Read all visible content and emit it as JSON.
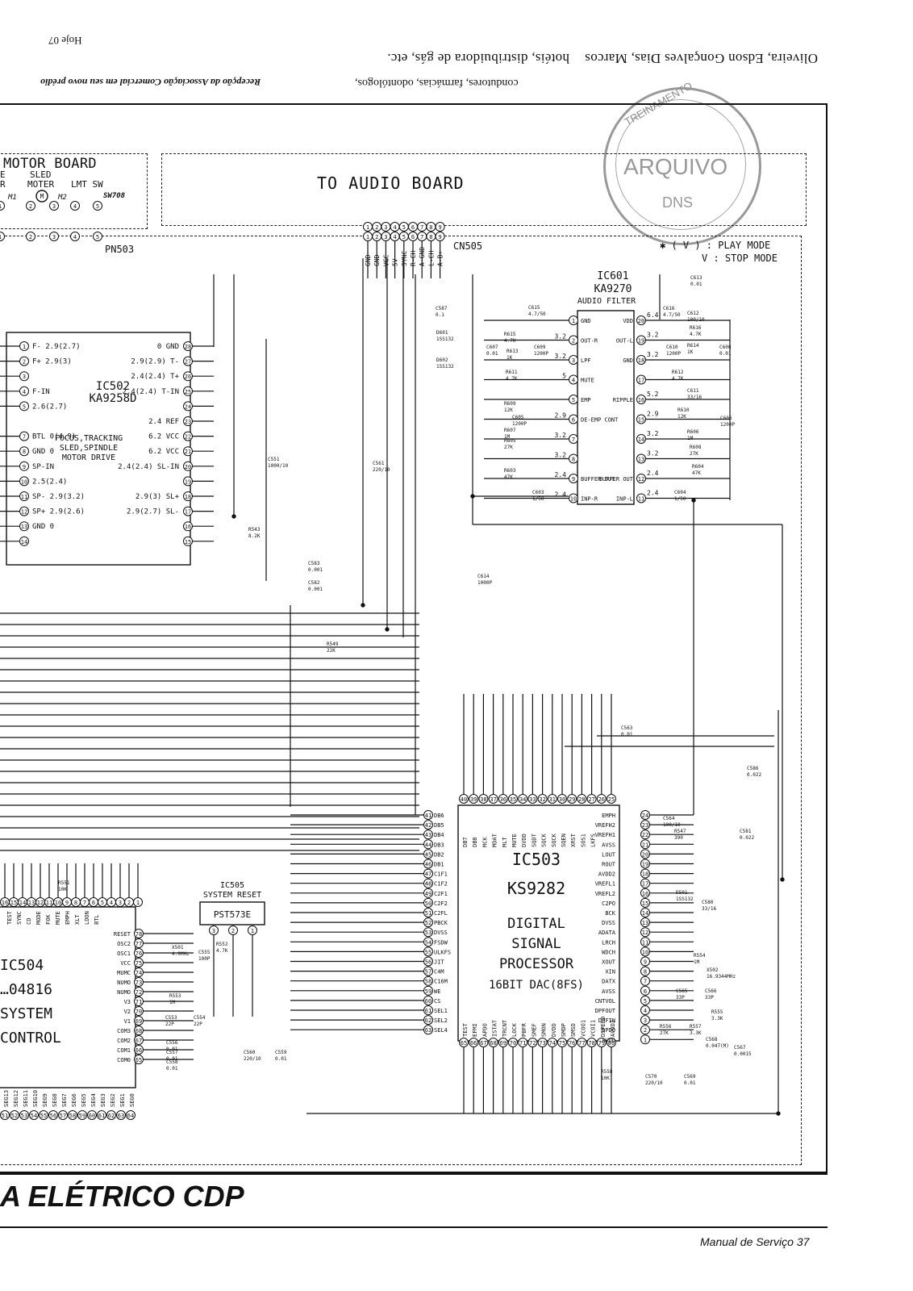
{
  "header": {
    "page_ref": "Hoje 07",
    "line1": "Oliveira, Edson Gonçalves Dias, Marcos",
    "line2": "hotéis, distribuidora de gás, etc.",
    "line3": "Recepção da Associação Comercial em seu novo prédio",
    "line4": "condutores, farmácias, odontólogos,"
  },
  "stamp": {
    "center": "ARQUIVO",
    "bottom": "DNS",
    "ring": "TREINAMENTO"
  },
  "boxes": {
    "motor_board": "MOTOR BOARD",
    "motor_sub1": "E",
    "motor_sub2": "R",
    "sled": "SLED",
    "moter": "MOTER",
    "lmt_sw": "LMT SW",
    "m1": "M1",
    "m2": "M2",
    "sw708": "SW708",
    "audio_board": "TO AUDIO BOARD"
  },
  "connectors": {
    "pn503": "PN503",
    "cn505": "CN505",
    "cn505_pins": [
      "GND",
      "GND",
      "VCC",
      "5V",
      "SYNC",
      "R-CH",
      "A-GND",
      "L-CH",
      "A-B+"
    ]
  },
  "legend": {
    "play": "✱ ( V ) : PLAY MODE",
    "stop": "V : STOP MODE"
  },
  "ic601": {
    "name": "IC601",
    "part": "KA9270",
    "func": "AUDIO FILTER",
    "left": [
      [
        "1",
        "GND",
        ""
      ],
      [
        "2",
        "OUT-R",
        "3.2"
      ],
      [
        "3",
        "LPF",
        "3.2"
      ],
      [
        "4",
        "MUTE",
        "5"
      ],
      [
        "5",
        "EMP",
        ""
      ],
      [
        "6",
        "DE-EMP CONT",
        "2.9"
      ],
      [
        "7",
        "",
        "3.2"
      ],
      [
        "8",
        "",
        "3.2"
      ],
      [
        "9",
        "BUFFER OUT",
        "2.4"
      ],
      [
        "10",
        "INP-R",
        "2.4"
      ]
    ],
    "right": [
      [
        "20",
        "VDD",
        "6.4"
      ],
      [
        "19",
        "OUT-L",
        "3.2"
      ],
      [
        "18",
        "GND",
        "3.2"
      ],
      [
        "17",
        "",
        ""
      ],
      [
        "16",
        "RIPPLE",
        "5.2"
      ],
      [
        "15",
        "",
        "2.9"
      ],
      [
        "14",
        "",
        "3.2"
      ],
      [
        "13",
        "",
        "3.2"
      ],
      [
        "12",
        "BUFFER OUT",
        "2.4"
      ],
      [
        "11",
        "INP-L",
        "2.4"
      ]
    ]
  },
  "ic502": {
    "name": "IC502",
    "part": "KA9258D",
    "func1": "FOCUS,TRACKING",
    "func2": "SLED,SPINDLE",
    "func3": "MOTOR DRIVE",
    "left": [
      [
        "1",
        "F- 2.9(2.7)"
      ],
      [
        "2",
        "F+ 2.9(3)"
      ],
      [
        "3",
        ""
      ],
      [
        "4",
        "F-IN"
      ],
      [
        "5",
        "2.6(2.7)"
      ],
      [
        "7",
        "BTL 0(4.9)"
      ],
      [
        "8",
        "GND 0"
      ],
      [
        "9",
        "SP-IN"
      ],
      [
        "10",
        "2.5(2.4)"
      ],
      [
        "11",
        "SP- 2.9(3.2)"
      ],
      [
        "12",
        "SP+ 2.9(2.6)"
      ],
      [
        "13",
        "GND 0"
      ],
      [
        "14",
        ""
      ]
    ],
    "right": [
      [
        "28",
        "0 GND"
      ],
      [
        "27",
        "2.9(2.9) T-"
      ],
      [
        "26",
        "2.4(2.4) T+"
      ],
      [
        "25",
        "2.4(2.4) T-IN"
      ],
      [
        "24",
        ""
      ],
      [
        "23",
        "2.4 REF"
      ],
      [
        "22",
        "6.2 VCC"
      ],
      [
        "21",
        "6.2 VCC"
      ],
      [
        "20",
        "2.4(2.4) SL-IN"
      ],
      [
        "19",
        ""
      ],
      [
        "18",
        "2.9(3) SL+"
      ],
      [
        "17",
        "2.9(2.7) SL-"
      ],
      [
        "16",
        ""
      ],
      [
        "15",
        ""
      ]
    ]
  },
  "ic503": {
    "name": "IC503",
    "part": "KS9282",
    "func1": "DIGITAL",
    "func2": "SIGNAL",
    "func3": "PROCESSOR",
    "func4": "16BIT DAC(8FS)",
    "left": [
      "DB6",
      "DB5",
      "DB4",
      "DB3",
      "DB2",
      "DB1",
      "C1F1",
      "C1F2",
      "C2F1",
      "C2F2",
      "C2FL",
      "PBCK",
      "DVSS",
      "FSDW",
      "ULKFS",
      "JIT",
      "C4M",
      "C16M",
      "WE",
      "CS",
      "SEL1",
      "SEL2",
      "SEL4"
    ],
    "left_nums": [
      "41",
      "42",
      "43",
      "44",
      "45",
      "46",
      "47",
      "48",
      "49",
      "50",
      "51",
      "52",
      "53",
      "54",
      "55",
      "56",
      "57",
      "58",
      "59",
      "60",
      "61",
      "62",
      "63"
    ],
    "right": [
      "EMPH",
      "VREFH2",
      "VREFH1",
      "AVSS",
      "LOUT",
      "ROUT",
      "AVDD2",
      "VREFL1",
      "VREFL2",
      "C2PO",
      "BCK",
      "DVSS",
      "ADATA",
      "LRCH",
      "WDCH",
      "XOUT",
      "XIN",
      "DATX",
      "AVSS",
      "CNTVOL",
      "DPFOUT",
      "DPFIN",
      "DPDO",
      "AVDD"
    ],
    "right_nums": [
      "24",
      "23",
      "22",
      "21",
      "20",
      "19",
      "18",
      "17",
      "16",
      "15",
      "14",
      "13",
      "12",
      "11",
      "10",
      "9",
      "8",
      "7",
      "6",
      "5",
      "4",
      "3",
      "2",
      "1"
    ],
    "top": [
      "DB7",
      "DB8",
      "MCK",
      "MDAT",
      "MLT",
      "MUTE",
      "DVDD",
      "SQDT",
      "SQCK",
      "SQCK",
      "SQEN",
      "XRST",
      "SOS1",
      "LKFS"
    ],
    "top_nums": [
      "40",
      "39",
      "38",
      "37",
      "36",
      "35",
      "34",
      "33",
      "32",
      "31",
      "30",
      "29",
      "28",
      "27",
      "26",
      "25"
    ],
    "bottom": [
      "TEST",
      "EFMI",
      "APDO",
      "ISTAT",
      "TRCNT",
      "LOCK",
      "PBFR",
      "SMEF",
      "SMON",
      "DVDD",
      "SMDP",
      "SMSD",
      "VCOO1",
      "VCOI1",
      "DSPEED",
      "AVDD2"
    ],
    "bottom_nums": [
      "65",
      "66",
      "67",
      "68",
      "69",
      "70",
      "71",
      "72",
      "73",
      "74",
      "75",
      "76",
      "77",
      "78",
      "79",
      "80"
    ]
  },
  "ic505": {
    "name": "IC505",
    "func": "SYSTEM RESET",
    "part": "PST573E",
    "pins": [
      "3",
      "2",
      "1"
    ]
  },
  "ic504": {
    "name": "IC504",
    "part": "…04816",
    "func1": "SYSTEM",
    "func2": "CONTROL",
    "right": [
      "RESET",
      "OSC2",
      "OSC1",
      "VCC",
      "MUMC",
      "NUMO",
      "NUMO",
      "V3",
      "V2",
      "V1",
      "COM3",
      "COM2",
      "COM1",
      "COM0"
    ],
    "right_nums": [
      "78",
      "77",
      "76",
      "75",
      "74",
      "73",
      "72",
      "71",
      "70",
      "69",
      "68",
      "67",
      "66",
      "65"
    ],
    "top_labels": [
      "TEST",
      "SYNC",
      "CD",
      "MODE",
      "FOK",
      "MUTE",
      "EMPH",
      "XLT",
      "LDON",
      "BTL"
    ],
    "bottom_labels": [
      "SEG13",
      "SEG12",
      "SEG11",
      "SEG10",
      "SEG9",
      "SEG8",
      "SEG7",
      "SEG6",
      "SEG5",
      "SEG4",
      "SEG3",
      "SEG2",
      "SEG1",
      "SEG0"
    ]
  },
  "components": {
    "C587": "C587 0.1",
    "C615": "C615 4.7/50",
    "C616": "C616 4.7/50",
    "C613": "C613 0.01",
    "C612": "C612 100/10",
    "R615": "R615 4.7K",
    "R613": "R613 1K",
    "C609": "C609 1200P",
    "C607": "C607 0.01",
    "R611": "R611 4.7K",
    "R616": "R616 4.7K",
    "R614": "R614 1K",
    "C610": "C610 1200P",
    "C608": "C608 0.01",
    "R612": "R612 4.7K",
    "R609": "R609 12K",
    "C605": "C605 1200P",
    "R607": "R607 1M",
    "R605": "R605 27K",
    "C611": "C611 33/16",
    "R610": "R610 12K",
    "C606": "C606 1200P",
    "R606": "R606 1M",
    "R608": "R608 27K",
    "R603": "R603 47K",
    "C603": "C603 1/50",
    "R604": "R604 47K",
    "C604": "C604 1/50",
    "D601": "D601 1SS132",
    "D602": "D602 1SS132",
    "C551": "C551 1000/10",
    "C561": "C561 220/10",
    "R543": "R543 8.2K",
    "C583": "C583 0.001",
    "C582": "C582 0.001",
    "C614": "C614 1000P",
    "R549": "R549 22K",
    "C563": "C563 0.01",
    "C586": "C586 0.022",
    "C564": "C564 100/10",
    "R547": "R547 390",
    "C581": "C581 0.022",
    "D501": "D501 1SS132",
    "C580": "C580 33/16",
    "R554": "R554 1M",
    "X502": "X502 16.9344MHz",
    "C565": "C565 33P",
    "C566": "C566 33P",
    "R555": "R555 3.3K",
    "R556": "R556 27K",
    "R557": "R557 3.3K",
    "C568": "C568 0.047(M)",
    "C567": "C567 0.0015",
    "R558": "R558 10K",
    "C570": "C570 220/10",
    "C569": "C569 0.01",
    "R551": "R551 10K",
    "X501": "X501 4.0MHz",
    "C555": "C555 100P",
    "R552": "R552 4.7K",
    "R553": "R553 1M",
    "C553": "C553 22P",
    "C554": "C554 22P",
    "C556": "C556 0.01",
    "C557": "C557 0.01",
    "C558": "C558 0.01",
    "C560": "C560 220/10",
    "C559": "C559 0.01"
  },
  "footer": {
    "title": "A ELÉTRICO CDP",
    "manual": "Manual de Serviço 37"
  }
}
